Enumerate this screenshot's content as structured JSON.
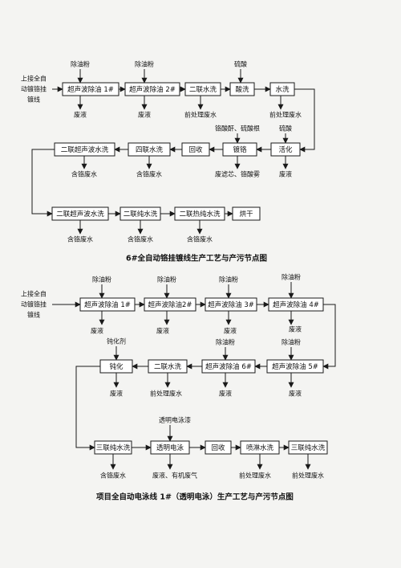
{
  "d1": {
    "title": "6#全自动铬挂镀线生产工艺与产污节点图",
    "source": [
      "上接全自",
      "动镀铬挂",
      "镀线"
    ],
    "boxes": {
      "b1": "超声波除油 1#",
      "b2": "超声波除油 2#",
      "b3": "二联水洗",
      "b4": "酸洗",
      "b5": "水洗",
      "b6": "活化",
      "b7": "镀铬",
      "b8": "回收",
      "b9": "四联水洗",
      "b10": "二联超声波水洗",
      "b11": "二联超声波水洗",
      "b12": "二联纯水洗",
      "b13": "二联热纯水洗",
      "b14": "烘干"
    },
    "inputs": {
      "i1": "除油粉",
      "i2": "除油粉",
      "i3": "硫酸",
      "i4": "铬酸酐、硫酸根",
      "i5": "硫酸"
    },
    "outputs": {
      "o1": "废液",
      "o2": "废液",
      "o3": "前处理废水",
      "o4": "前处理废水",
      "o5": "废液",
      "o6": "废滤芯、铬酸雾",
      "o7": "含铬废水",
      "o8": "含铬废水",
      "o9": "含铬废水",
      "o10": "含铬废水",
      "o11": "含铬废水"
    }
  },
  "d2": {
    "title": "项目全自动电泳线 1#（透明电泳）生产工艺与产污节点图",
    "source": [
      "上接全自",
      "动镀铬挂",
      "镀线"
    ],
    "boxes": {
      "b1": "超声波除油 1#",
      "b2": "超声波除油2#",
      "b3": "超声波除油 3#",
      "b4": "超声波除油 4#",
      "b5": "超声波除油 5#",
      "b6": "超声波除油 6#",
      "b7": "二联水洗",
      "b8": "钝化",
      "b9": "三联纯水洗",
      "b10": "透明电泳",
      "b11": "回收",
      "b12": "喷淋水洗",
      "b13": "三联纯水洗"
    },
    "inputs": {
      "i1": "除油粉",
      "i2": "除油粉",
      "i3": "除油粉",
      "i4": "除油粉",
      "i5": "除油粉",
      "i6": "除油粉",
      "i7": "钝化剂",
      "i8": "透明电泳漆"
    },
    "outputs": {
      "o1": "废液",
      "o2": "废液",
      "o3": "废液",
      "o4": "废液",
      "o5": "废液",
      "o6": "废液",
      "o7": "前处理废水",
      "o8": "废液",
      "o9": "含铬废水",
      "o10": "废液、有机废气",
      "o11": "前处理废水",
      "o12": "前处理废水"
    }
  }
}
